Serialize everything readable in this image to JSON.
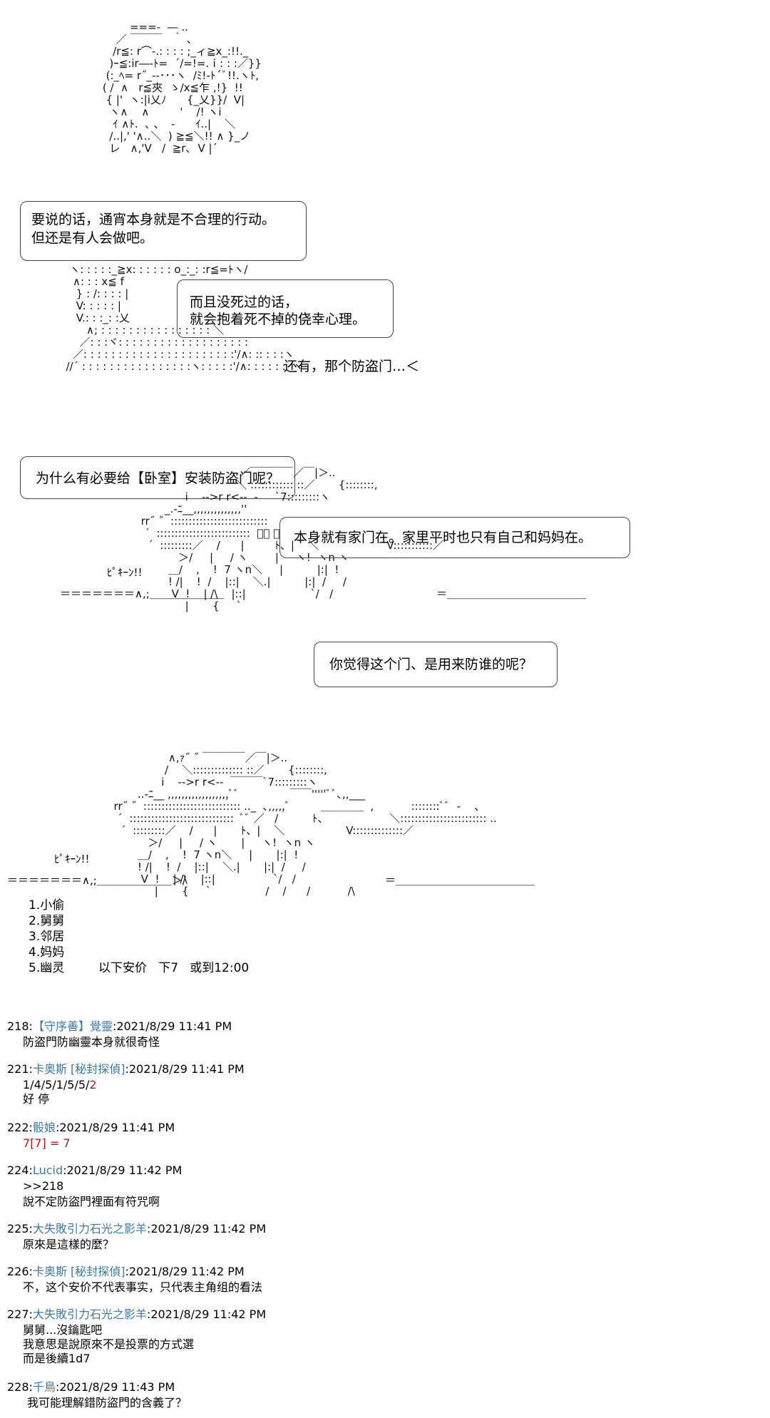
{
  "scene1": {
    "aa_lines": [
      "             ===-  ― ..",
      "         ／ ￣￣￣   ｀ 、",
      "        /r≦: r⌒-.: : : : ;_ィ≧x_:!!._",
      "       )ｰ≦:ir―-ﾄ=  ´/=!=.ｉ: : :／}}",
      "      (:_ﾍ= r˝_‐-･･･ヽ  /ﾐ!-ﾄ´ﾞ!!.ヽﾄ,",
      "     ( /  ∧   r≦夾  ゝ/x≦乍 ,!}  !!",
      "      { |'  ヽ:|i乂ﾉ      {_乂}}/  V|",
      "       ヽ∧    ∧         '    /! ヽi",
      "        ｲ ∧ﾄ.  ､ 、  -      ｲ..|    ＼",
      "       /..|,' '∧..＼  ) ≧≦＼!! ∧ }_ノ",
      "       レ   ∧,'V   /  ≧r､  V |´"
    ],
    "aa_lower": [
      "            ヽ: : : : :_≧x: : : : : : o_:_: :r≦=ﾄヽ/",
      "             ∧: : : x≦ f",
      "              } : /: : : : |",
      "              V: : : : : |",
      "              V.: : :_: :乂",
      "                 ∧; : : : : : : : : : : : : : : : : ＼",
      "               ／: : :ヾ: : : : : : : : : : : : : : : : : : :",
      "             ／: : : : : : : : : : : : : : : : : : : : : :'/∧: :: : : :ヽ",
      "           //ˊ : : : : : : : : : : : : : : : :ヽ: : : : :'/∧: : : : : :  ヽ"
    ],
    "bubble1_lines": [
      "要说的话，通宵本身就是不合理的行动。",
      "但还是有人会做吧。"
    ],
    "bubble2_lines": [
      "而且没死过的话，",
      "就会抱着死不掉的侥幸心理。"
    ],
    "narration": "还有，那个防盗门…＜"
  },
  "scene2": {
    "bubble1": "为什么有必要给【卧室】安装防盗门呢？",
    "bubble2": "本身就有家门在。家里平时也只有自己和妈妈在。",
    "bubble3": "你觉得这个门、是用来防谁的呢？",
    "sfx": "ﾋﾟｷｰﾝ!!",
    "aa_lines": [
      "                                       ／￣￣￣￣／￣|＞..",
      "                                      ＼ :::::::::::: ::／       {::::::::,",
      "                       i    ‐‐>r r<‐‐  -     ˋ7:::::::::ヽ",
      "                 _.-ﾆ__,,,,,,,,,,,,,,''",
      "          rr˝ ˝  :::::::::::::::::::::::::::",
      "           ˊ  ::::::::::::::::::::::::::  ﾞﾞ ／",
      "            ˊ  :::::::::／    /      |         ﾄ、|    ＼                    V:::::::::::／",
      "                     ＞/     |     / ヽ        |     ヽ!  ヽn ヽ",
      "                  ＿/    ,    !  7 ヽn＼     |          |:|  !",
      "                  ! /|    !  /    |::|    ＼.|          |:|  /     /",
      "                   V  !    | /\\    |::|                   ˋ/   /",
      "                       |       {     ˋ"
    ],
    "ground_left": "＝＝＝＝＝＝＝∧,;＿＿＿＿＿＿＿",
    "ground_right": "＝＿＿＿＿＿＿＿＿＿＿＿＿＿"
  },
  "scene3": {
    "sfx": "ﾋﾟｷｰﾝ!!",
    "aa_lines": [
      "                  ∧,ｧ˝ ˝ ￣￣￣￣／￣|＞..",
      "                 /    ＼:::::::::::::: ::／       {::::::::,",
      "                i    ‐‐>r r<‐‐  ￣￣￣ˋ7:::::::::ヽ",
      "         ..-ﾆ__ ,,,,,,,,,,,,,,,,,,ﾞﾞ               ￣￣'''''ﾞﾞ､,,___",
      "  rr˝ ˝  ::::::::::::::::::::::::::: .._  ､,,,,,ﾞ         ＿＿＿＿  ,           ::::::::ﾞﾞ  -    、",
      "   ˊ  :::::::::::::::::::::::::::::  ﾞﾞ ／   /          ﾄ、                  ＼:::::::::::::::::::::::: ..",
      "    ˊ  :::::::::／    /      |       ﾄ、|    ＼                  V::::::::::::::／",
      "            ＞/     |     / ヽ       |     ヽ!  ヽn ヽ",
      "         ＿/    ,    !  7 ヽn＼     |       |:|  !",
      "         ! /|    !  /    |::|    ＼.|       |:|  /     /",
      "          V  !    | /\\    |::|                 ˋ/   /",
      "              |       {     ˋ                /    /      /           /\\"
    ],
    "ground_left": "＝＝＝＝＝＝＝∧,;＿＿＿＿＿＿＿＞/",
    "ground_right": "＝＿＿＿＿＿＿＿＿＿＿＿＿＿",
    "options": [
      "1.小偷",
      "2.舅舅",
      "3.邻居",
      "4.妈妈",
      "5.幽灵"
    ],
    "vote_note": "以下安价   下7   或到12:00"
  },
  "posts": [
    {
      "num": "218:",
      "name": "【守序善】覺靈",
      "time": ":2021/8/29 11:41 PM",
      "body": [
        "防盗門防幽靈本身就很奇怪"
      ]
    },
    {
      "num": "221:",
      "name": "卡奥斯 [秘封探偵]",
      "time": ":2021/8/29 11:41 PM",
      "body_dice": {
        "prefix": "1/4/5/1/5/5/",
        "red": "2"
      },
      "body": [
        "好 停"
      ]
    },
    {
      "num": "222:",
      "name": "骰娘",
      "time": ":2021/8/29 11:41 PM",
      "body_red": [
        "7[7] = 7"
      ],
      "body": []
    },
    {
      "num": "224:",
      "name": "Lucid",
      "time": ":2021/8/29 11:42 PM",
      "body": [
        ">>218",
        "說不定防盜門裡面有符咒啊"
      ]
    },
    {
      "num": "225:",
      "name": "大失敗引力石光之影羊",
      "time": ":2021/8/29 11:42 PM",
      "body": [
        "原來是這樣的麼？"
      ]
    },
    {
      "num": "226:",
      "name": "卡奥斯 [秘封探偵]",
      "time": ":2021/8/29 11:42 PM",
      "body": [
        "不，这个安价不代表事实，只代表主角组的看法"
      ]
    },
    {
      "num": "227:",
      "name": "大失敗引力石光之影羊",
      "time": ":2021/8/29 11:42 PM",
      "body": [
        "舅舅...沒鑰匙吧",
        "我意思是說原來不是投票的方式選",
        "而是後續1d7"
      ]
    },
    {
      "num": "228:",
      "name": "千鳥",
      "time": ":2021/8/29 11:43 PM",
      "body": [
        "我可能理解錯防盜門的含義了？"
      ]
    }
  ]
}
